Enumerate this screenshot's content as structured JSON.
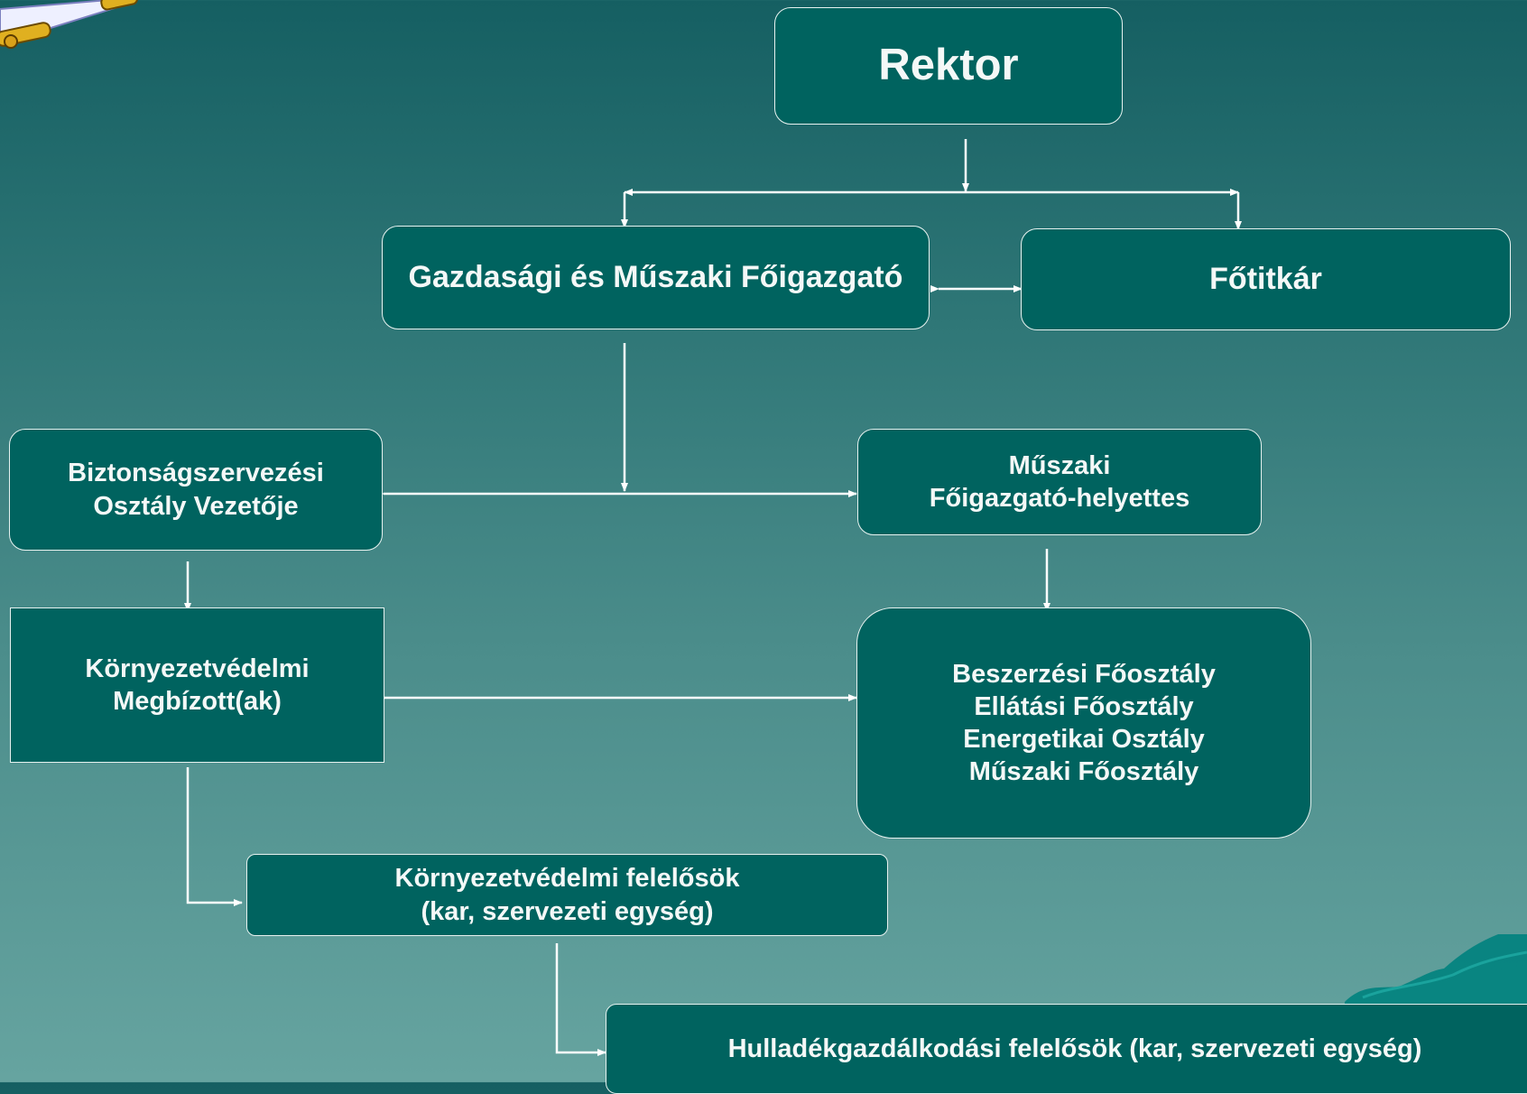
{
  "nodes": {
    "rektor": [
      "Rektor"
    ],
    "gazdasagi": [
      "Gazdasági és Műszaki Főigazgató"
    ],
    "fotitkar": [
      "Főtitkár"
    ],
    "biztonsag": [
      "Biztonságszervezési",
      "Osztály Vezetője"
    ],
    "muszaki_helyettes": [
      "Műszaki",
      "Főigazgató-helyettes"
    ],
    "kornyezetvedelmi_megbizott": [
      "Környezetvédelmi",
      "Megbízott(ak)"
    ],
    "foosztalyok": [
      "Beszerzési Főosztály",
      "Ellátási Főosztály",
      "Energetikai Osztály",
      "Műszaki Főosztály"
    ],
    "kornyezetvedelmi_felelosok": [
      "Környezetvédelmi felelősök",
      "(kar, szervezeti egység)"
    ],
    "hulladek_felelosok": [
      "Hulladékgazdálkodási felelősök (kar, szervezeti egység)"
    ]
  },
  "colors": {
    "box_fill": "#00635f",
    "box_border": "#e8f2f0",
    "text": "#f4f8f7",
    "connector": "#ffffff"
  }
}
